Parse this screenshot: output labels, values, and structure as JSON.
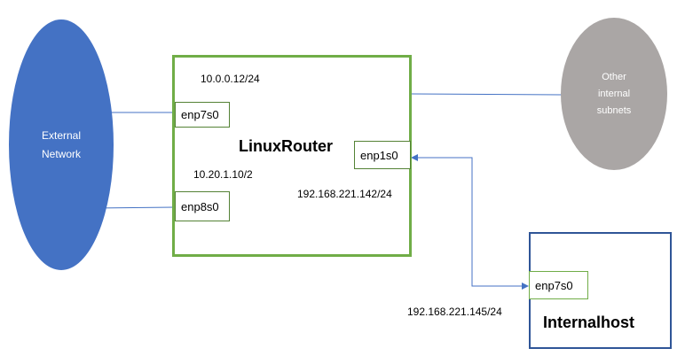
{
  "colors": {
    "external_network_fill": "#4472c4",
    "internal_subnets_fill": "#aaa6a5",
    "router_border": "#70ad47",
    "host_border": "#2f5597",
    "link_line": "#4472c4"
  },
  "external_network": {
    "line1": "External",
    "line2": "Network"
  },
  "other_subnets": {
    "line1": "Other",
    "line2": "internal",
    "line3": "subnets"
  },
  "router": {
    "title": "LinuxRouter",
    "ip_enp7s0": "10.0.0.12/24",
    "ip_enp8s0": "10.20.1.10/2",
    "ip_enp1s0": "192.168.221.142/24",
    "interfaces": {
      "enp7s0": "enp7s0",
      "enp8s0": "enp8s0",
      "enp1s0": "enp1s0"
    }
  },
  "internal_host": {
    "title": "Internalhost",
    "interface": "enp7s0",
    "ip": "192.168.221.145/24"
  }
}
